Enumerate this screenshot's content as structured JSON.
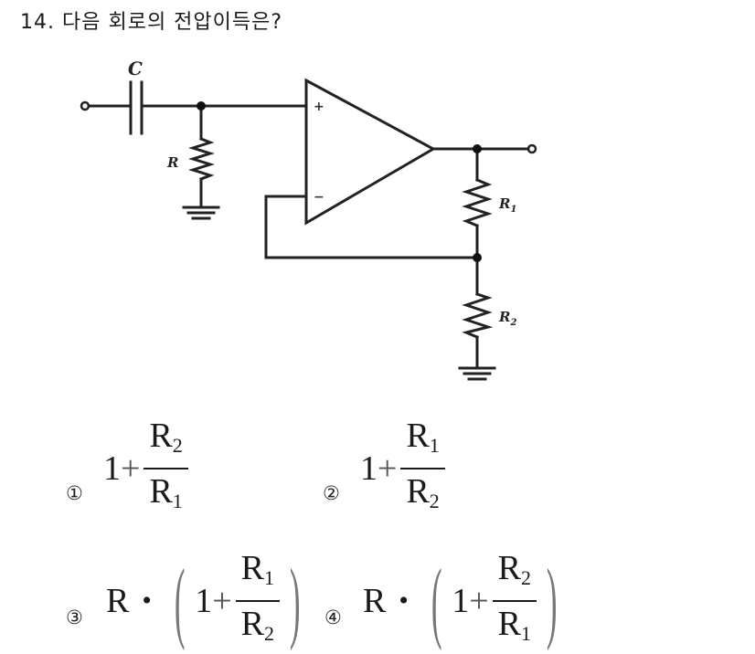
{
  "question": {
    "number": "14.",
    "text": "다음 회로의 전압이득은?"
  },
  "circuit": {
    "labels": {
      "capacitor": "C",
      "input_resistor": "R",
      "feedback_resistor": "R",
      "feedback_resistor_sub": "1",
      "ground_resistor": "R",
      "ground_resistor_sub": "2",
      "plus_input": "+",
      "minus_input": "−"
    }
  },
  "options": [
    {
      "marker": "①",
      "one": "1",
      "plus": "+",
      "numerator": "R",
      "numerator_sub": "2",
      "denominator": "R",
      "denominator_sub": "1"
    },
    {
      "marker": "②",
      "one": "1",
      "plus": "+",
      "numerator": "R",
      "numerator_sub": "1",
      "denominator": "R",
      "denominator_sub": "2"
    },
    {
      "marker": "③",
      "prefix": "R",
      "dot": "•",
      "lparen": "(",
      "one": "1",
      "plus": "+",
      "numerator": "R",
      "numerator_sub": "1",
      "denominator": "R",
      "denominator_sub": "2",
      "rparen": ")"
    },
    {
      "marker": "④",
      "prefix": "R",
      "dot": "•",
      "lparen": "(",
      "one": "1",
      "plus": "+",
      "numerator": "R",
      "numerator_sub": "2",
      "denominator": "R",
      "denominator_sub": "1",
      "rparen": ")"
    }
  ]
}
